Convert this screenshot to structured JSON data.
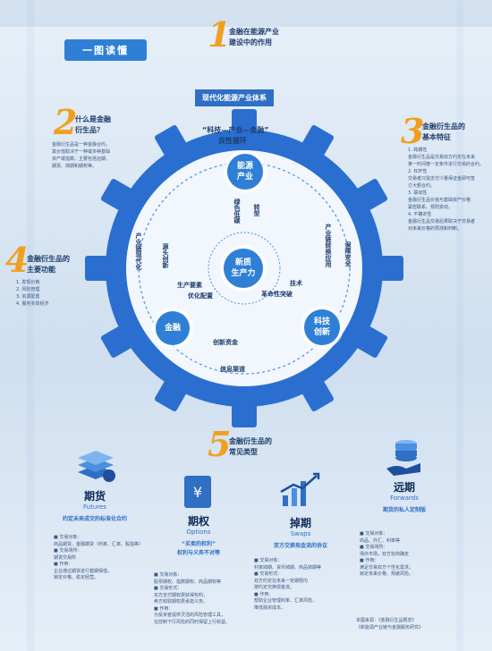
{
  "tag": "一图读懂",
  "top_title": {
    "num": "1",
    "line1": "金融在能源产业",
    "line2": "建设中的作用"
  },
  "hero": {
    "banner": "现代化能源产业体系",
    "quote": "“科技—产业—金融”",
    "quote2": "良性循环"
  },
  "nodes": {
    "energy": "能源\n产业",
    "new": "新质\n生产力",
    "finance": "金融",
    "tech": "科技\n创新"
  },
  "arrows": {
    "modernize": "产业链现代化",
    "security": "保障安全",
    "green": "绿色低碳",
    "transform": "转型",
    "demand": "产业链转换应用",
    "innovate": "源头创新",
    "factor": "生产要素",
    "optimize": "优化配置",
    "tech_a": "技术",
    "tech_b": "革命性突破",
    "capital": "创新资金",
    "credit": "信息渠道"
  },
  "sec2": {
    "num": "2",
    "title1": "什么是金融",
    "title2": "衍生品？",
    "body": [
      "金融衍生品是一种金融合约，",
      "其价值取决于一种或多种基础",
      "资产或指数。主要包括远期、",
      "期货、掉期和期权等。"
    ]
  },
  "sec3": {
    "num": "3",
    "title1": "金融衍生品的",
    "title2": "基本特征",
    "body": [
      "1. 跨期性",
      "金融衍生品是交易双方约定在未来",
      "某一时间按一定条件进行交易的合约。",
      "2. 杠杆性",
      "交易者只需支付少量保证金即可签",
      "订大额合约。",
      "3. 联动性",
      "金融衍生品价值与基础资产价格",
      "紧密联系、规则变动。",
      "4. 不确定性",
      "金融衍生品交易后果取决于交易者",
      "对未来价格的预测和判断。"
    ]
  },
  "sec4": {
    "num": "4",
    "title1": "金融衍生品的",
    "title2": "主要功能",
    "body": [
      "1. 发现价格",
      "2. 风险管理",
      "3. 资源配置",
      "4. 服务实体经济"
    ]
  },
  "sec5": {
    "num": "5",
    "title1": "金融衍生品的",
    "title2": "常见类型"
  },
  "cards": [
    {
      "title": "期货",
      "en": "Futures",
      "sub": "约定未来成交的标准化合约",
      "body": [
        "■ 交易对象：",
        "商品期货、金融期货（利率、汇率、股指等）",
        "■ 交易场所：",
        "期货交易所",
        "■ 作用：",
        "企业通过期货进行套期保值，",
        "锁定价格、稳定经营。"
      ]
    },
    {
      "title": "期权",
      "en": "Options",
      "sub": "“买卖的权利”",
      "sub2": "权利与义务不对等",
      "body": [
        "■ 交易对象：",
        "股票期权、指数期权、商品期权等",
        "■ 交易形式：",
        "买方支付期权费获得权利，",
        "卖方收取期权费承担义务。",
        "■ 作用：",
        "为投资者提供灵活的风险管理工具，",
        "在控制下行风险的同时保留上行收益。"
      ]
    },
    {
      "title": "掉期",
      "en": "Swaps",
      "sub": "双方交换现金流的协议",
      "body": [
        "■ 交易对象：",
        "利率掉期、货币掉期、商品掉期等",
        "■ 交易形式：",
        "双方约定在未来一定期限内",
        "按约定交换现金流。",
        "■ 作用：",
        "帮助企业管理利率、汇率风险，",
        "降低融资成本。"
      ]
    },
    {
      "title": "远期",
      "en": "Forwards",
      "sub": "期货的私人定制版",
      "body": [
        "■ 交易对象：",
        "商品、外汇、利率等",
        "■ 交易场所：",
        "场外市场，双方协商确定",
        "■ 作用：",
        "满足交易双方个性化需求，",
        "锁定未来价格、规避风险。"
      ]
    }
  ],
  "footer": [
    "本图来源：《金融衍生品概览》",
    "《新能源产业链与金融服务研究》"
  ]
}
